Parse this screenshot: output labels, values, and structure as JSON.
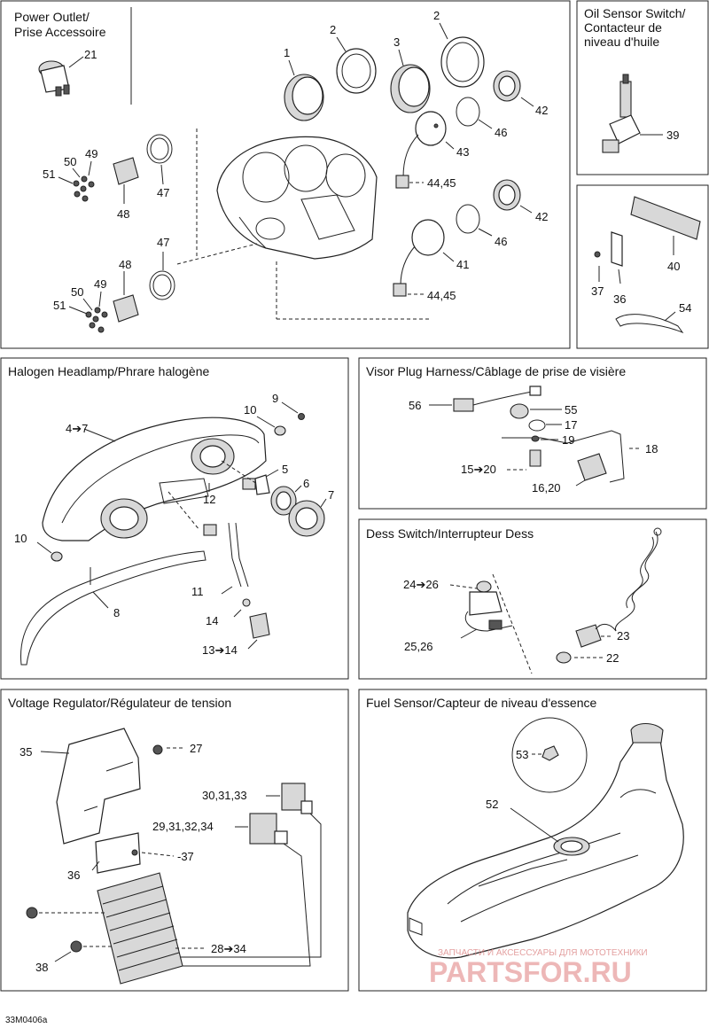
{
  "panels": {
    "power_outlet": {
      "title_line1": "Power Outlet/",
      "title_line2": "Prise Accessoire"
    },
    "oil_sensor": {
      "title_line1": "Oil Sensor Switch/",
      "title_line2": "Contacteur de",
      "title_line3": "niveau d'huile"
    },
    "halogen": {
      "title": "Halogen Headlamp/Phrare halogène"
    },
    "visor": {
      "title": "Visor Plug Harness/Câblage de prise de visière"
    },
    "dess": {
      "title": "Dess Switch/Interrupteur Dess"
    },
    "voltage": {
      "title": "Voltage Regulator/Régulateur de tension"
    },
    "fuel": {
      "title": "Fuel Sensor/Capteur de niveau d'essence"
    }
  },
  "callouts": {
    "c21": "21",
    "c1": "1",
    "c2a": "2",
    "c3": "3",
    "c2b": "2",
    "c42a": "42",
    "c46a": "46",
    "c43": "43",
    "c4445a": "44,45",
    "c42b": "42",
    "c46b": "46",
    "c41": "41",
    "c4445b": "44,45",
    "c49a": "49",
    "c50a": "50",
    "c51a": "51",
    "c47a": "47",
    "c48a": "48",
    "c47b": "47",
    "c48b": "48",
    "c50b": "50",
    "c49b": "49",
    "c51b": "51",
    "c39": "39",
    "c40": "40",
    "c37a": "37",
    "c36a": "36",
    "c54": "54",
    "c9": "9",
    "c10a": "10",
    "c4to7": "4➔7",
    "c5": "5",
    "c6": "6",
    "c7": "7",
    "c12": "12",
    "c10b": "10",
    "c8": "8",
    "c11": "11",
    "c14": "14",
    "c13to14": "13➔14",
    "c56": "56",
    "c55": "55",
    "c17": "17",
    "c19": "19",
    "c18": "18",
    "c15to20": "15➔20",
    "c1620": "16,20",
    "c24to26": "24➔26",
    "c2526": "25,26",
    "c23": "23",
    "c22": "22",
    "c35": "35",
    "c27": "27",
    "c303133": "30,31,33",
    "c29313234": "29,31,32,34",
    "c36b": "36",
    "c37b": "-37",
    "c38": "38",
    "c28to34": "28➔34",
    "c53": "53",
    "c52": "52"
  },
  "watermark": {
    "small": "ЗАПЧАСТИ И АКСЕССУАРЫ ДЛЯ МОТОТЕХНИКИ",
    "big": "PARTSFOR.RU"
  },
  "figure_code": "33M0406a"
}
